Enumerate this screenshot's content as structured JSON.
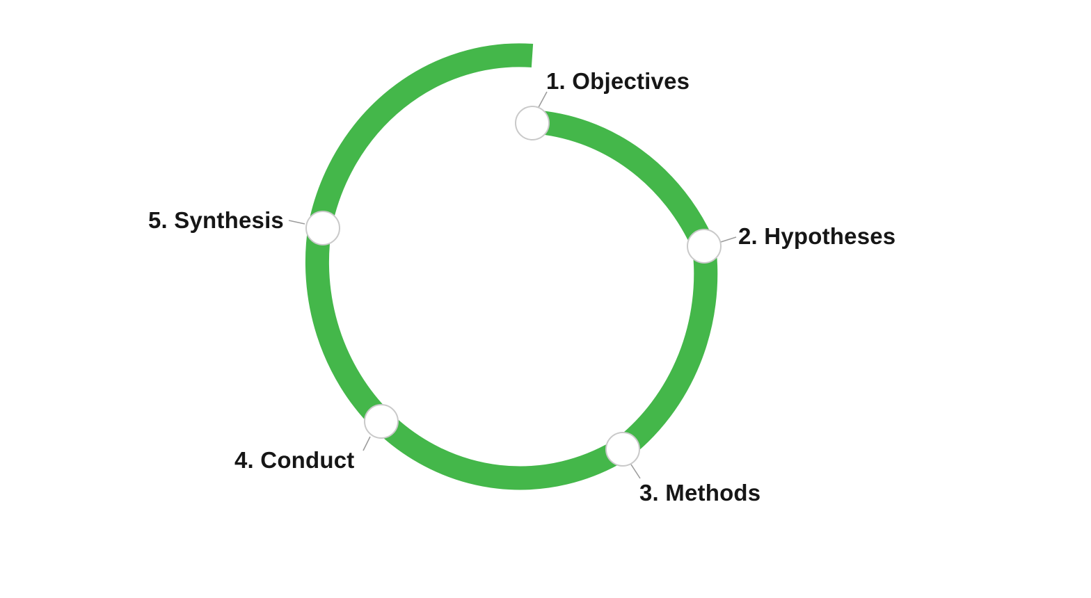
{
  "diagram": {
    "type": "cycle",
    "ring_color": "#44b74a",
    "steps": [
      {
        "label": "1. Objectives"
      },
      {
        "label": "2. Hypotheses"
      },
      {
        "label": "3. Methods"
      },
      {
        "label": "4. Conduct"
      },
      {
        "label": "5. Synthesis"
      }
    ]
  }
}
